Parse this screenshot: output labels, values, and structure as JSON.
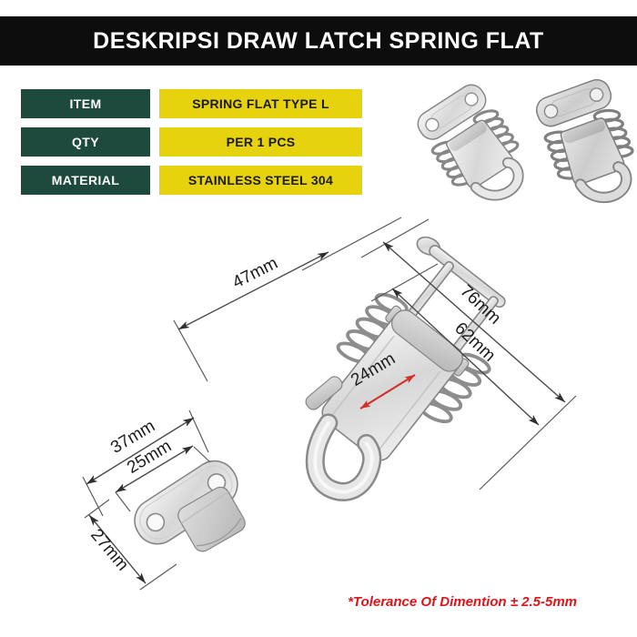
{
  "header": {
    "title": "DESKRIPSI DRAW LATCH SPRING FLAT"
  },
  "spec_table": {
    "rows": [
      {
        "label": "ITEM",
        "value": "SPRING FLAT TYPE L"
      },
      {
        "label": "QTY",
        "value": "PER 1 PCS"
      },
      {
        "label": "MATERIAL",
        "value": "STAINLESS STEEL 304"
      }
    ]
  },
  "diagram": {
    "main_latch": {
      "bail_length": "47mm",
      "overall_length": "76mm",
      "body_length": "62mm",
      "body_width": "24mm"
    },
    "catch_plate": {
      "plate_width": "37mm",
      "hole_spacing": "25mm",
      "plate_height": "27mm"
    }
  },
  "footnote": "*Tolerance Of Dimention ± 2.5-5mm",
  "colors": {
    "header_bg": "#0d0d0d",
    "label_bg": "#1d4a3c",
    "value_bg": "#e7d20e",
    "dimension_red": "#d22f28",
    "footnote_red": "#e01418",
    "line": "#4a4a4a"
  }
}
